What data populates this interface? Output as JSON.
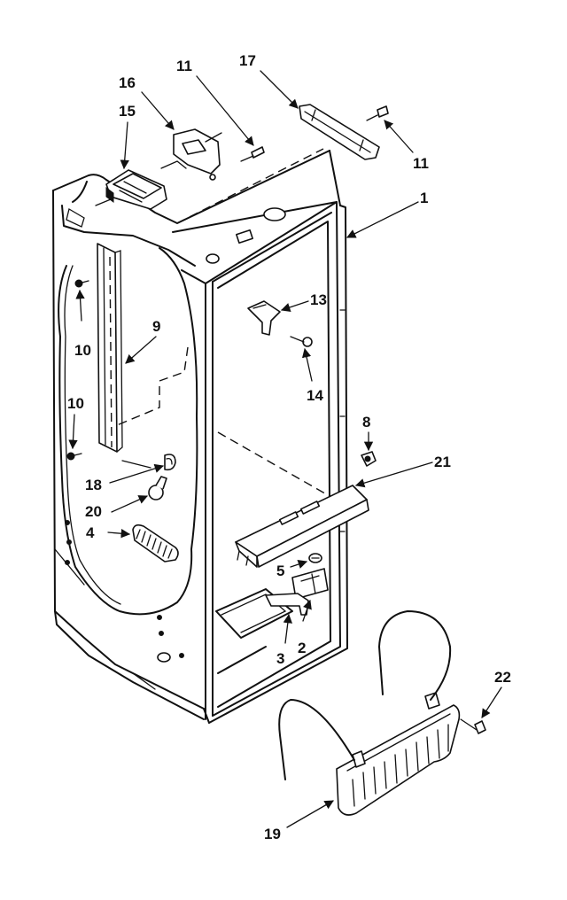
{
  "callouts": {
    "c1": "1",
    "c2": "2",
    "c3": "3",
    "c4": "4",
    "c5": "5",
    "c8": "8",
    "c9": "9",
    "c10a": "10",
    "c10b": "10",
    "c11a": "11",
    "c11b": "11",
    "c13": "13",
    "c14": "14",
    "c15": "15",
    "c16": "16",
    "c17": "17",
    "c18": "18",
    "c19": "19",
    "c20": "20",
    "c21": "21",
    "c22": "22"
  }
}
